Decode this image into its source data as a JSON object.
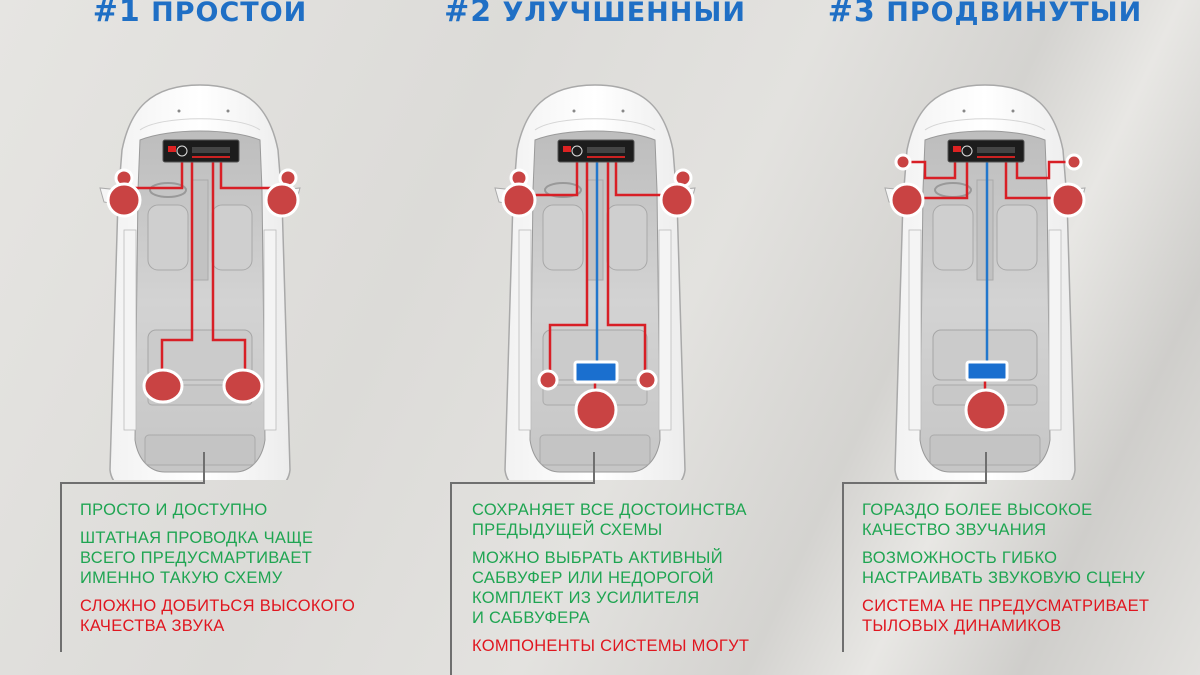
{
  "colors": {
    "title": "#1f6fc5",
    "pro_text": "#1fa552",
    "con_text": "#e0161f",
    "speaker": "#c94343",
    "wire_speaker": "#d81f26",
    "wire_subwoofer": "#2277cc",
    "amplifier": "#1a6fcf"
  },
  "schemes": [
    {
      "number": "#1",
      "name": "ПРОСТОЙ",
      "components": [
        "head-unit",
        "front-tweeters",
        "front-midbass",
        "rear-speakers"
      ],
      "notes": [
        {
          "type": "pro",
          "lines": [
            "ПРОСТО И ДОСТУПНО"
          ]
        },
        {
          "type": "pro",
          "lines": [
            "ШТАТНАЯ ПРОВОДКА ЧАЩЕ",
            "ВСЕГО ПРЕДУСМАРТИВАЕТ",
            "ИМЕННО ТАКУЮ СХЕМУ"
          ]
        },
        {
          "type": "con",
          "lines": [
            "СЛОЖНО ДОБИТЬСЯ ВЫСОКОГО",
            "КАЧЕСТВА ЗВУКА"
          ]
        }
      ]
    },
    {
      "number": "#2",
      "name": "УЛУЧШЕННЫЙ",
      "components": [
        "head-unit",
        "front-tweeters",
        "front-midbass",
        "rear-small-speakers",
        "amplifier",
        "subwoofer"
      ],
      "notes": [
        {
          "type": "pro",
          "lines": [
            "СОХРАНЯЕТ ВСЕ ДОСТОИНСТВА",
            "ПРЕДЫДУЩЕЙ СХЕМЫ"
          ]
        },
        {
          "type": "pro",
          "lines": [
            "МОЖНО ВЫБРАТЬ АКТИВНЫЙ",
            "САБВУФЕР ИЛИ НЕДОРОГОЙ",
            "КОМПЛЕКТ ИЗ УСИЛИТЕЛЯ",
            "И САБВУФЕРА"
          ]
        },
        {
          "type": "con",
          "lines": [
            "КОМПОНЕНТЫ СИСТЕМЫ МОГУТ"
          ]
        }
      ]
    },
    {
      "number": "#3",
      "name": "ПРОДВИНУТЫЙ",
      "components": [
        "head-unit",
        "front-tweeters",
        "front-midbass",
        "amplifier",
        "subwoofer"
      ],
      "notes": [
        {
          "type": "pro",
          "lines": [
            "ГОРАЗДО БОЛЕЕ ВЫСОКОЕ",
            "КАЧЕСТВО  ЗВУЧАНИЯ"
          ]
        },
        {
          "type": "pro",
          "lines": [
            "ВОЗМОЖНОСТЬ ГИБКО",
            "НАСТРАИВАТЬ ЗВУКОВУЮ СЦЕНУ"
          ]
        },
        {
          "type": "con",
          "lines": [
            "СИСТЕМА НЕ ПРЕДУСМАТРИВАЕТ",
            "ТЫЛОВЫХ ДИНАМИКОВ"
          ]
        }
      ]
    }
  ]
}
